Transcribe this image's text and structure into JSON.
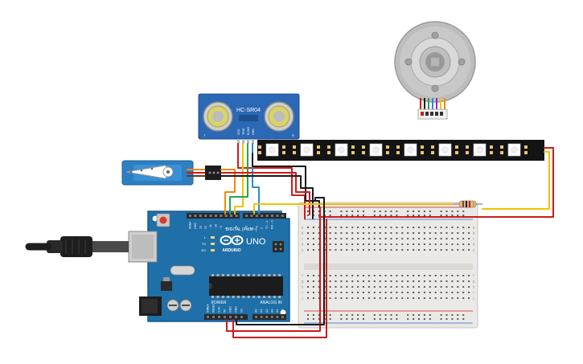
{
  "colors": {
    "arduino_blue": "#1f6fa8",
    "arduino_edge": "#165a8c",
    "header": "#2a2a2a",
    "breadboard": "#e9e7e4",
    "sensor_blue": "#2b68b5",
    "servo_blue": "#2c7fc3",
    "strip": "#141414",
    "wire_red": "#d01a1a",
    "wire_black": "#1a1a1a",
    "wire_yellow": "#f2c200",
    "wire_orange": "#f08a00",
    "wire_green": "#2aa34a",
    "wire_blue": "#2a8ad8",
    "motor_grey": "#b9b9b9"
  },
  "sensor": {
    "model": "HC-SR04",
    "pins": [
      "VCC",
      "TRIG",
      "ECHO",
      "GND"
    ],
    "corner_left": "T",
    "corner_right": "R"
  },
  "arduino": {
    "digital_label": "DIGITAL (PWM~)",
    "brand": "ARDUINO",
    "model": "UNO",
    "power_label": "POWER",
    "analog_label": "ANALOG IN",
    "digital_pins": [
      "AREF",
      "GND",
      "13",
      "12",
      "~11",
      "~10",
      "~9",
      "8",
      "7",
      "~6",
      "~5",
      "4",
      "~3",
      "2",
      "TX→1",
      "RX←0"
    ],
    "power_pins": [
      "IOREF",
      "RESET",
      "3.3V",
      "5V",
      "GND",
      "GND",
      "Vin"
    ],
    "analog_pins": [
      "A0",
      "A1",
      "A2",
      "A3",
      "A4",
      "A5"
    ],
    "led_labels": [
      "L",
      "TX",
      "RX"
    ]
  },
  "breadboard": {
    "column_letters": [
      "a",
      "b",
      "c",
      "d",
      "e",
      "f",
      "g",
      "h",
      "i",
      "j"
    ]
  }
}
